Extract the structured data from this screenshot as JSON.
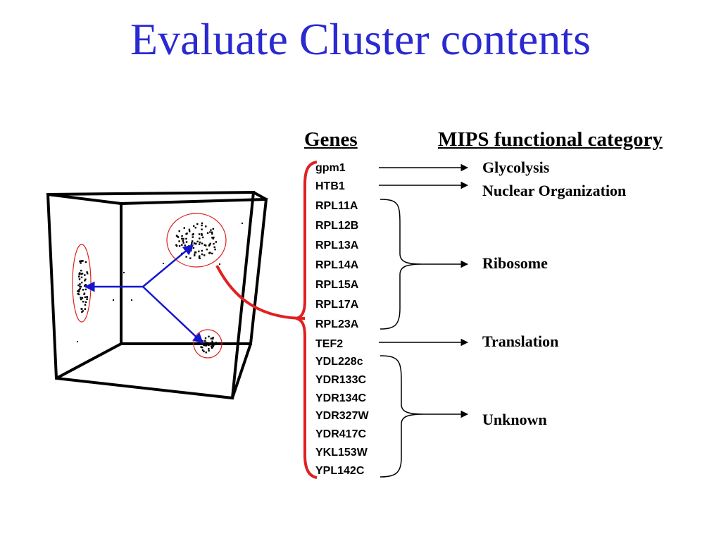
{
  "slide": {
    "title": "Evaluate Cluster contents"
  },
  "headers": {
    "genes": "Genes",
    "category": "MIPS functional category"
  },
  "genes": [
    "gpm1",
    "HTB1",
    "RPL11A",
    "RPL12B",
    "RPL13A",
    "RPL14A",
    "RPL15A",
    "RPL17A",
    "RPL23A",
    "TEF2",
    "YDL228c",
    "YDR133C",
    "YDR134C",
    "YDR327W",
    "YDR417C",
    "YKL153W",
    "YPL142C"
  ],
  "categories": [
    "Glycolysis",
    "Nuclear Organization",
    "Ribosome",
    "Translation",
    "Unknown"
  ],
  "colors": {
    "title": "#2a2ad0",
    "cluster_circle": "#e02020",
    "gene_bracket": "#e02020",
    "cluster_arrow": "#1515d0",
    "cube": "#000000"
  }
}
